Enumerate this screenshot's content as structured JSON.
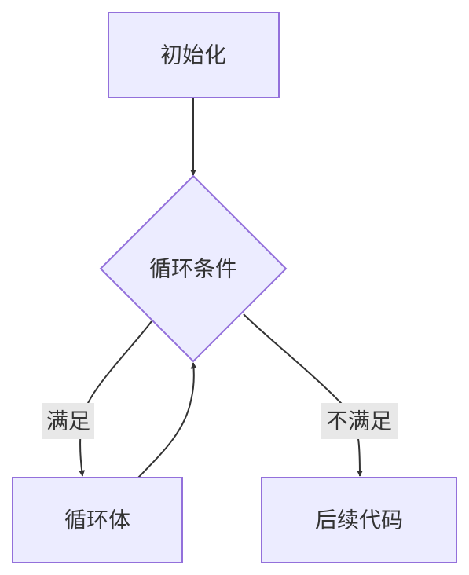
{
  "diagram": {
    "type": "flowchart",
    "node_fill": "#ECECFF",
    "node_stroke": "#9370DB",
    "edge_color": "#333333",
    "label_background": "#E8E8E8",
    "nodes": {
      "init": {
        "label": "初始化",
        "shape": "rectangle"
      },
      "condition": {
        "label": "循环条件",
        "shape": "diamond"
      },
      "body": {
        "label": "循环体",
        "shape": "rectangle"
      },
      "after": {
        "label": "后续代码",
        "shape": "rectangle"
      }
    },
    "edges": {
      "init_to_condition": {
        "from": "初始化",
        "to": "循环条件",
        "label": ""
      },
      "condition_to_body": {
        "from": "循环条件",
        "to": "循环体",
        "label": "满足"
      },
      "body_to_condition": {
        "from": "循环体",
        "to": "循环条件",
        "label": ""
      },
      "condition_to_after": {
        "from": "循环条件",
        "to": "后续代码",
        "label": "不满足"
      }
    }
  }
}
